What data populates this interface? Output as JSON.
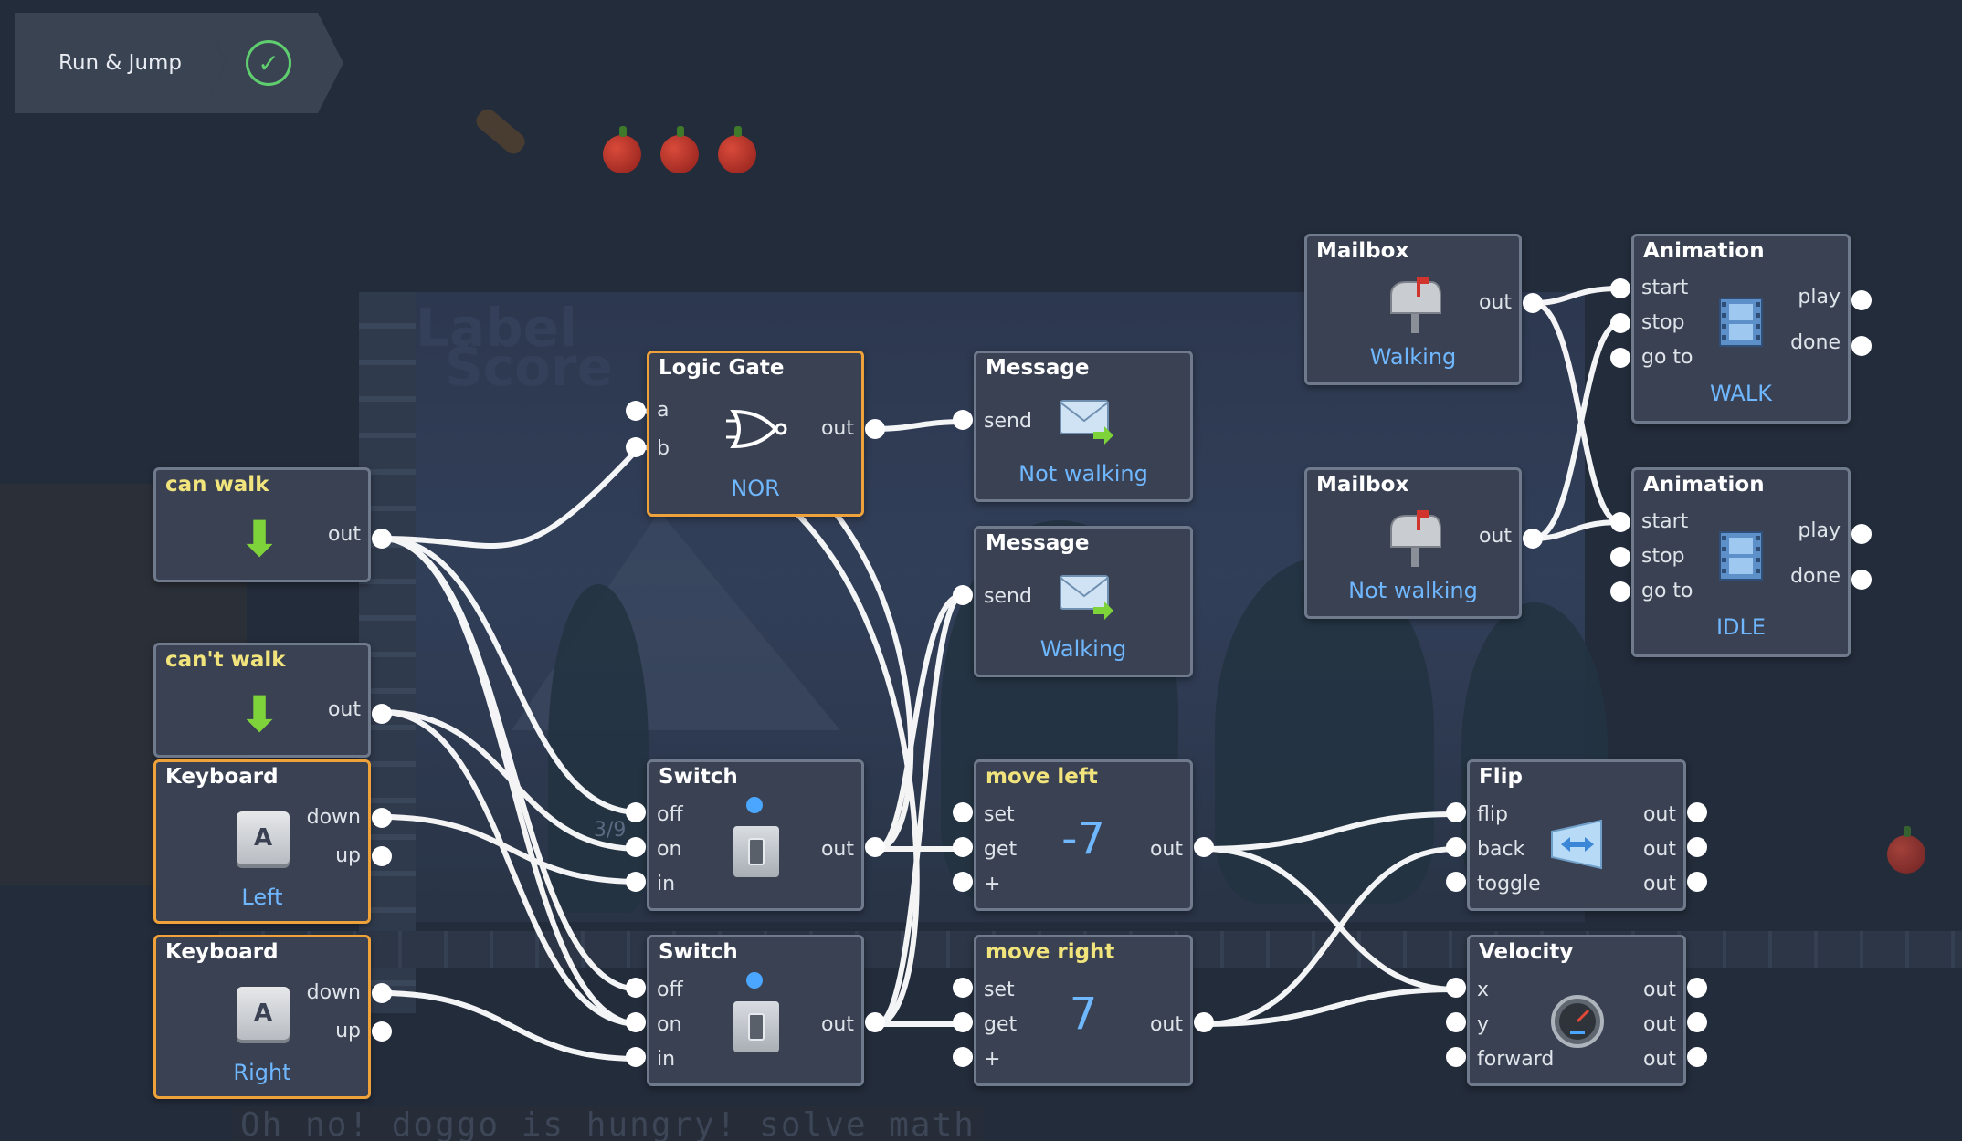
{
  "breadcrumb": {
    "level_title": "Run & Jump",
    "status_icon": "check-circle-icon",
    "status_color": "#5fce6e"
  },
  "game": {
    "footer_text": "Oh no! doggo is hungry! solve math",
    "ghost_label": "Label",
    "ghost_score": "Score",
    "counter": "3/9"
  },
  "colors": {
    "background": "#232c3b",
    "node_bg": "#3a4152",
    "node_border": "#6f7a8c",
    "selected_border": "#f0a23a",
    "value_text": "#6fb7ff",
    "variable_title": "#f2e47c",
    "wire": "#ffffff"
  },
  "nodes": {
    "can_walk": {
      "title": "can walk",
      "out": "out",
      "icon": "arrow-down-icon"
    },
    "cant_walk": {
      "title": "can't walk",
      "out": "out",
      "icon": "arrow-down-icon"
    },
    "keyboard_left": {
      "title": "Keyboard",
      "key": "A",
      "down": "down",
      "up": "up",
      "value": "Left"
    },
    "keyboard_right": {
      "title": "Keyboard",
      "key": "A",
      "down": "down",
      "up": "up",
      "value": "Right"
    },
    "logic_gate": {
      "title": "Logic Gate",
      "a": "a",
      "b": "b",
      "out": "out",
      "value": "NOR",
      "icon": "nor-gate-icon"
    },
    "switch1": {
      "title": "Switch",
      "off": "off",
      "on": "on",
      "in": "in",
      "out": "out",
      "icon": "toggle-switch-icon"
    },
    "switch2": {
      "title": "Switch",
      "off": "off",
      "on": "on",
      "in": "in",
      "out": "out",
      "icon": "toggle-switch-icon"
    },
    "message1": {
      "title": "Message",
      "send": "send",
      "value": "Not walking",
      "icon": "envelope-icon"
    },
    "message2": {
      "title": "Message",
      "send": "send",
      "value": "Walking",
      "icon": "envelope-icon"
    },
    "move_left": {
      "title": "move left",
      "set": "set",
      "get": "get",
      "plus": "+",
      "out": "out",
      "value": "-7"
    },
    "move_right": {
      "title": "move right",
      "set": "set",
      "get": "get",
      "plus": "+",
      "out": "out",
      "value": "7"
    },
    "mailbox1": {
      "title": "Mailbox",
      "out": "out",
      "value": "Walking",
      "icon": "mailbox-icon"
    },
    "mailbox2": {
      "title": "Mailbox",
      "out": "out",
      "value": "Not walking",
      "icon": "mailbox-icon"
    },
    "animation1": {
      "title": "Animation",
      "start": "start",
      "stop": "stop",
      "goto": "go to",
      "play": "play",
      "done": "done",
      "value": "WALK",
      "icon": "film-icon"
    },
    "animation2": {
      "title": "Animation",
      "start": "start",
      "stop": "stop",
      "goto": "go to",
      "play": "play",
      "done": "done",
      "value": "IDLE",
      "icon": "film-icon"
    },
    "flip": {
      "title": "Flip",
      "flip": "flip",
      "back": "back",
      "toggle": "toggle",
      "out1": "out",
      "out2": "out",
      "out3": "out",
      "icon": "flip-arrows-icon"
    },
    "velocity": {
      "title": "Velocity",
      "x": "x",
      "y": "y",
      "forward": "forward",
      "out1": "out",
      "out2": "out",
      "out3": "out",
      "icon": "speedometer-icon"
    }
  }
}
